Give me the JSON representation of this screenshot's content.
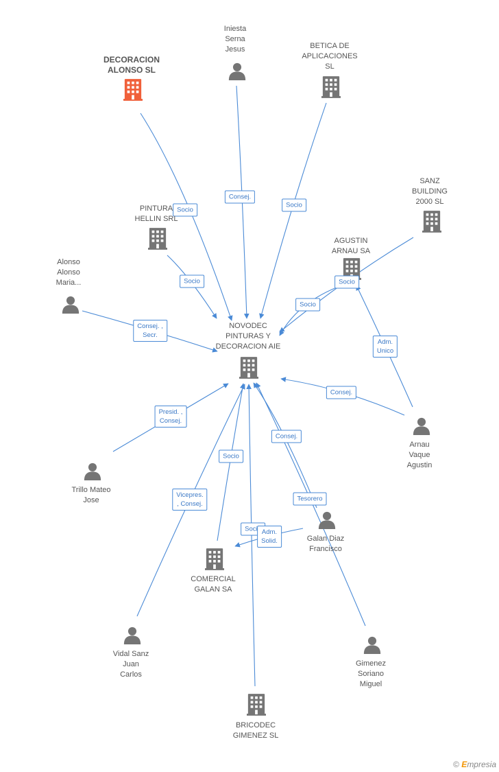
{
  "accent_color": "#4a8ad6",
  "node_color": "#757575",
  "highlight_color": "#f0603a",
  "nodes": [
    {
      "id": "decoracion",
      "type": "company",
      "label": "DECORACION\nALONSO SL",
      "highlight": true
    },
    {
      "id": "iniesta",
      "type": "person",
      "label": "Iniesta\nSerna\nJesus"
    },
    {
      "id": "betica",
      "type": "company",
      "label": "BETICA DE\nAPLICACIONES\nSL"
    },
    {
      "id": "sanz",
      "type": "company",
      "label": "SANZ\nBUILDING\n2000  SL"
    },
    {
      "id": "pintura",
      "type": "company",
      "label": "PINTURA\nHELLIN SRL"
    },
    {
      "id": "agustin",
      "type": "company",
      "label": "AGUSTIN\nARNAU SA"
    },
    {
      "id": "alonso",
      "type": "person",
      "label": "Alonso\nAlonso\nMaria..."
    },
    {
      "id": "novodec",
      "type": "company",
      "label": "NOVODEC\nPINTURAS Y\nDECORACION AIE"
    },
    {
      "id": "arnau",
      "type": "person",
      "label": "Arnau\nVaque\nAgustin"
    },
    {
      "id": "trillo",
      "type": "person",
      "label": "Trillo Mateo\nJose"
    },
    {
      "id": "galan",
      "type": "person",
      "label": "Galan Diaz\nFrancisco"
    },
    {
      "id": "comercial",
      "type": "company",
      "label": "COMERCIAL\nGALAN SA"
    },
    {
      "id": "vidal",
      "type": "person",
      "label": "Vidal Sanz\nJuan\nCarlos"
    },
    {
      "id": "gimenez",
      "type": "person",
      "label": "Gimenez\nSoriano\nMiguel"
    },
    {
      "id": "bricodec",
      "type": "company",
      "label": "BRICODEC\nGIMENEZ  SL"
    }
  ],
  "edges": [
    {
      "label": "Socio"
    },
    {
      "label": "Consej."
    },
    {
      "label": "Socio"
    },
    {
      "label": "Socio"
    },
    {
      "label": "Socio"
    },
    {
      "label": "Socio"
    },
    {
      "label": "Consej. ,\nSecr."
    },
    {
      "label": "Adm.\nUnico"
    },
    {
      "label": "Consej."
    },
    {
      "label": "Presid. ,\nConsej."
    },
    {
      "label": "Consej."
    },
    {
      "label": "Socio"
    },
    {
      "label": "Vicepres.\n, Consej."
    },
    {
      "label": "Tesorero"
    },
    {
      "label": "Socio"
    },
    {
      "label": "Adm.\nSolid."
    }
  ],
  "brand": {
    "copyright": "©",
    "e": "E",
    "rest": "mpresia"
  }
}
